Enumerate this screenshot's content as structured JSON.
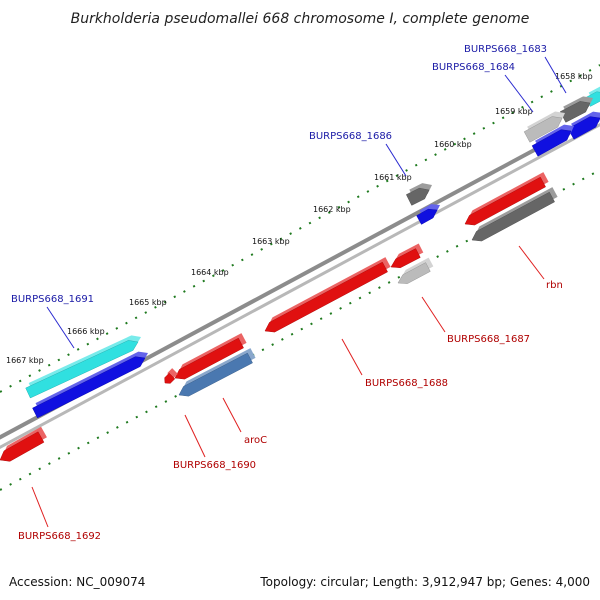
{
  "title": "Burkholderia pseudomallei 668 chromosome I, complete genome",
  "footer": {
    "accession": "Accession: NC_009074",
    "summary": "Topology: circular; Length: 3,912,947 bp; Genes: 4,000"
  },
  "ruler": {
    "ticks": [
      "1658 kbp",
      "1659 kbp",
      "1660 kbp",
      "1661 kbp",
      "1662 kbp",
      "1663 kbp",
      "1664 kbp",
      "1665 kbp",
      "1666 kbp",
      "1667 kbp"
    ]
  },
  "colors": {
    "backbone": "#8c8c8c",
    "ruler_ticks": "#1f7a1f",
    "label_blue": "#1a1aa6",
    "label_red": "#b00000",
    "gene_red": "#e01010",
    "gene_blue": "#1010e0",
    "gene_cyan": "#30e0e0",
    "gene_gray": "#666666",
    "gene_lightgray": "#bbbbbb",
    "gene_steel": "#4a78b0"
  },
  "genes": [
    {
      "label": "BURPS668_1683",
      "strand": "forward",
      "color": "gene_cyan"
    },
    {
      "label": "BURPS668_1684",
      "strand": "forward",
      "color": "gene_gray"
    },
    {
      "label": "",
      "strand": "forward",
      "color": "gene_lightgray"
    },
    {
      "label": "",
      "strand": "forward",
      "color": "gene_blue"
    },
    {
      "label": "",
      "strand": "forward",
      "color": "gene_blue"
    },
    {
      "label": "BURPS668_1686",
      "strand": "forward",
      "color": "gene_gray"
    },
    {
      "label": "",
      "strand": "forward",
      "color": "gene_blue"
    },
    {
      "label": "rbn",
      "strand": "reverse",
      "color": "gene_gray"
    },
    {
      "label": "",
      "strand": "reverse",
      "color": "gene_red"
    },
    {
      "label": "BURPS668_1687",
      "strand": "reverse",
      "color": "gene_lightgray"
    },
    {
      "label": "",
      "strand": "reverse",
      "color": "gene_red"
    },
    {
      "label": "BURPS668_1688",
      "strand": "reverse",
      "color": "gene_red"
    },
    {
      "label": "aroC",
      "strand": "reverse",
      "color": "gene_steel"
    },
    {
      "label": "",
      "strand": "reverse",
      "color": "gene_red"
    },
    {
      "label": "BURPS668_1690",
      "strand": "reverse",
      "color": "gene_red"
    },
    {
      "label": "BURPS668_1691",
      "strand": "forward",
      "color": "gene_cyan"
    },
    {
      "label": "",
      "strand": "forward",
      "color": "gene_blue"
    },
    {
      "label": "BURPS668_1692",
      "strand": "reverse",
      "color": "gene_red"
    }
  ]
}
